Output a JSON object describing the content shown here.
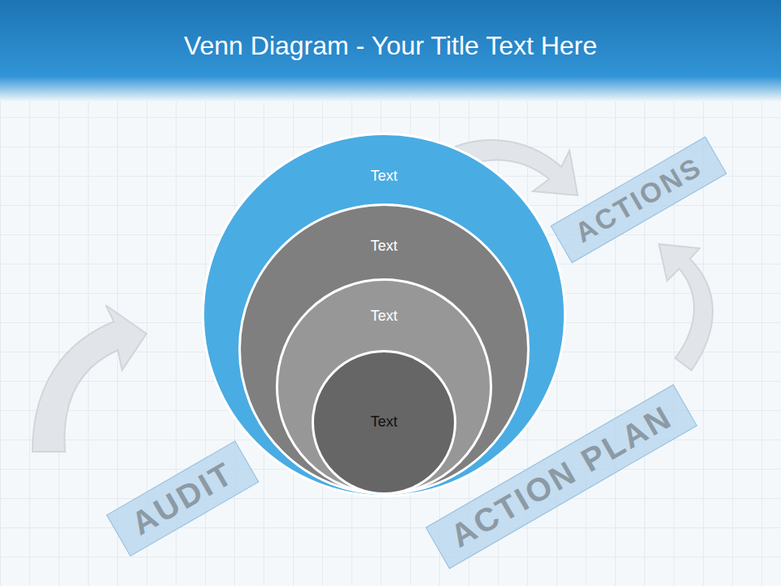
{
  "diagram": {
    "title": "Venn Diagram - Your Title Text Here",
    "nodes": [
      {
        "text": [
          "Text"
        ]
      },
      {
        "text": [
          "Text"
        ],
        "in": 0
      },
      {
        "text": [
          "Text"
        ],
        "in": 1
      },
      {
        "text": [
          "Text"
        ],
        "in": 2
      }
    ],
    "labels": [
      "ACTIONS",
      "AUDIT",
      "ACTION PLAN"
    ]
  }
}
